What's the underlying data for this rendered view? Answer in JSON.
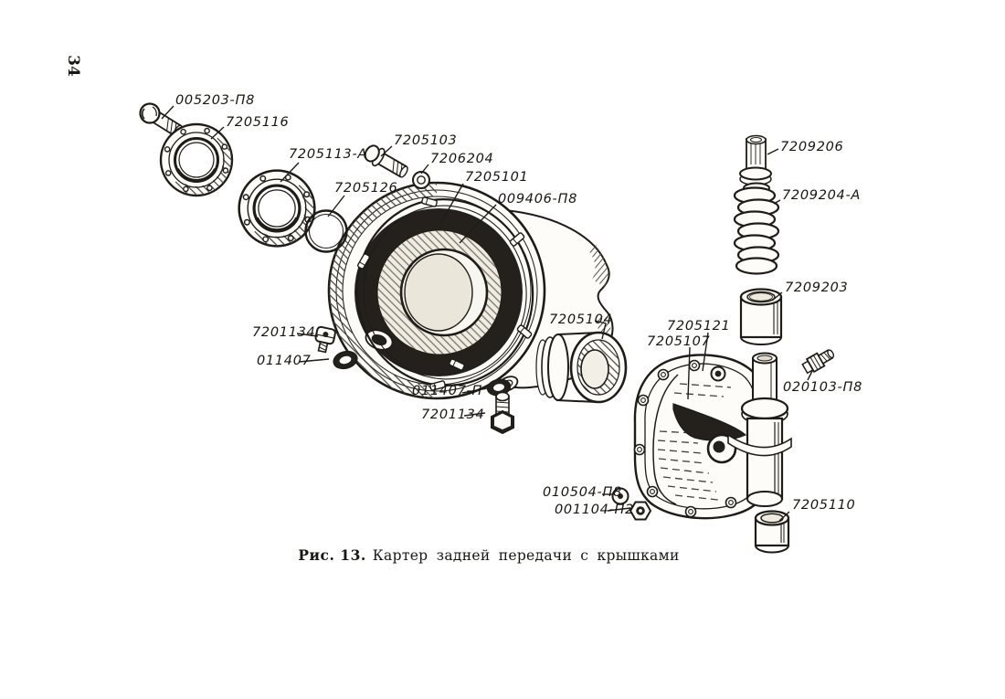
{
  "colors": {
    "paper": "#ffffff",
    "ink": "#1f1c17"
  },
  "page": {
    "number": "34"
  },
  "caption": {
    "figure": "Рис. 13.",
    "title": "Картер задней передачи с крышками"
  },
  "labels": [
    {
      "id": "005203-p8",
      "text": "005203-П8"
    },
    {
      "id": "7205116",
      "text": "7205116"
    },
    {
      "id": "7205113-a",
      "text": "7205113-А"
    },
    {
      "id": "7205103",
      "text": "7205103"
    },
    {
      "id": "7206204",
      "text": "7206204"
    },
    {
      "id": "7205126",
      "text": "7205126"
    },
    {
      "id": "7205101",
      "text": "7205101"
    },
    {
      "id": "009406-p8",
      "text": "009406-П8"
    },
    {
      "id": "7201134-a",
      "text": "7201134"
    },
    {
      "id": "011407",
      "text": "011407"
    },
    {
      "id": "011407-p",
      "text": "011407-П"
    },
    {
      "id": "7201134-b",
      "text": "7201134"
    },
    {
      "id": "7205104",
      "text": "7205104"
    },
    {
      "id": "7205121",
      "text": "7205121"
    },
    {
      "id": "7205107",
      "text": "7205107"
    },
    {
      "id": "7209206",
      "text": "7209206"
    },
    {
      "id": "7209204-a",
      "text": "7209204-А"
    },
    {
      "id": "7209203",
      "text": "7209203"
    },
    {
      "id": "020103-p8",
      "text": "020103-П8"
    },
    {
      "id": "010504-p8",
      "text": "010504-П8"
    },
    {
      "id": "001104-p2",
      "text": "001104-П2"
    },
    {
      "id": "7205110",
      "text": "7205110"
    }
  ]
}
